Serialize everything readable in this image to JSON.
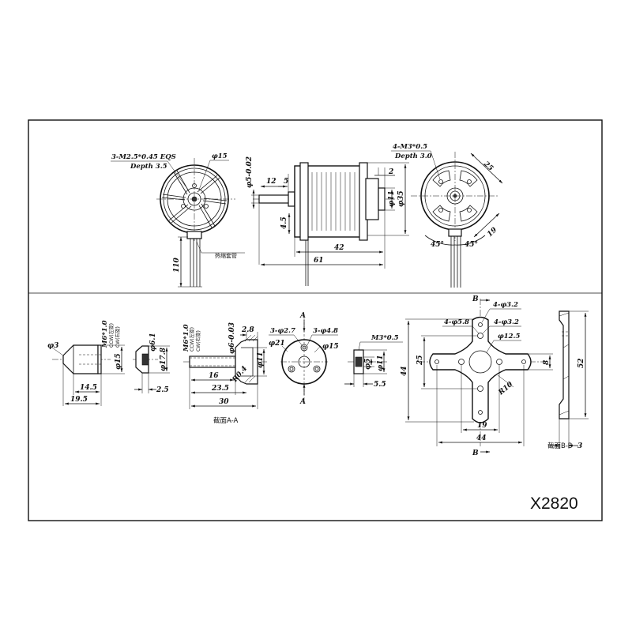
{
  "model_number": "X2820",
  "views": {
    "front": {
      "thread_note": "3-M2.5*0.45 EQS",
      "depth_note": "Depth 3.5",
      "diameter": "φ15",
      "lead_length": "110",
      "sleeve_label": "热缩套管"
    },
    "side": {
      "shaft_dia": "φ5-0.02",
      "dim_12": "12",
      "dim_5": "5",
      "dim_2": "2",
      "dim_4_5": "4.5",
      "body_dia": "φ35",
      "boss_dia": "φ11",
      "dim_42": "42",
      "dim_61": "61"
    },
    "rear": {
      "thread_note": "4-M3*0.5",
      "depth_note": "Depth 3.0",
      "dim_25": "25",
      "dim_19": "19",
      "angle_1": "45°",
      "angle_2": "45°"
    },
    "prop_nut": {
      "thread": "M6*1.0",
      "ccw": "CCW(左旋)",
      "cw": "CW(右旋)",
      "tip_dia": "φ3",
      "dia_15": "φ15",
      "dim_14_5": "14.5",
      "dim_19_5": "19.5"
    },
    "washer": {
      "dia": "φ6.1",
      "outer": "φ17.8",
      "thick": "2.5"
    },
    "adapter": {
      "thread": "M6*1.0",
      "ccw": "CCW(左旋)",
      "cw": "CW(右旋)",
      "bore": "φ6-0.03",
      "dim_2_8": "2.8",
      "radius": "R0.4",
      "boss": "φ11",
      "dim_16": "16",
      "dim_23_5": "23.5",
      "dim_30": "30",
      "section_caption": "截面A-A"
    },
    "flange": {
      "holes_small": "3-φ2.7",
      "holes_large": "3-φ4.8",
      "outer": "φ21",
      "pcd": "φ15",
      "section_mark_top": "A",
      "section_mark_bottom": "A"
    },
    "collar": {
      "thread": "M3*0.5",
      "inner": "φ5",
      "outer": "φ11",
      "width": "5.5"
    },
    "mount": {
      "holes_a": "4-φ3.2",
      "holes_b": "4-φ5.8",
      "holes_c": "4-φ3.2",
      "center": "φ12.5",
      "dim_25": "25",
      "dim_44_v": "44",
      "dim_8": "8",
      "radius": "R10",
      "dim_19": "19",
      "dim_44_h": "44",
      "section_mark_top": "B",
      "section_mark_bottom": "B",
      "side_height": "52",
      "side_thick": "3",
      "section_caption": "截面B-B"
    }
  }
}
